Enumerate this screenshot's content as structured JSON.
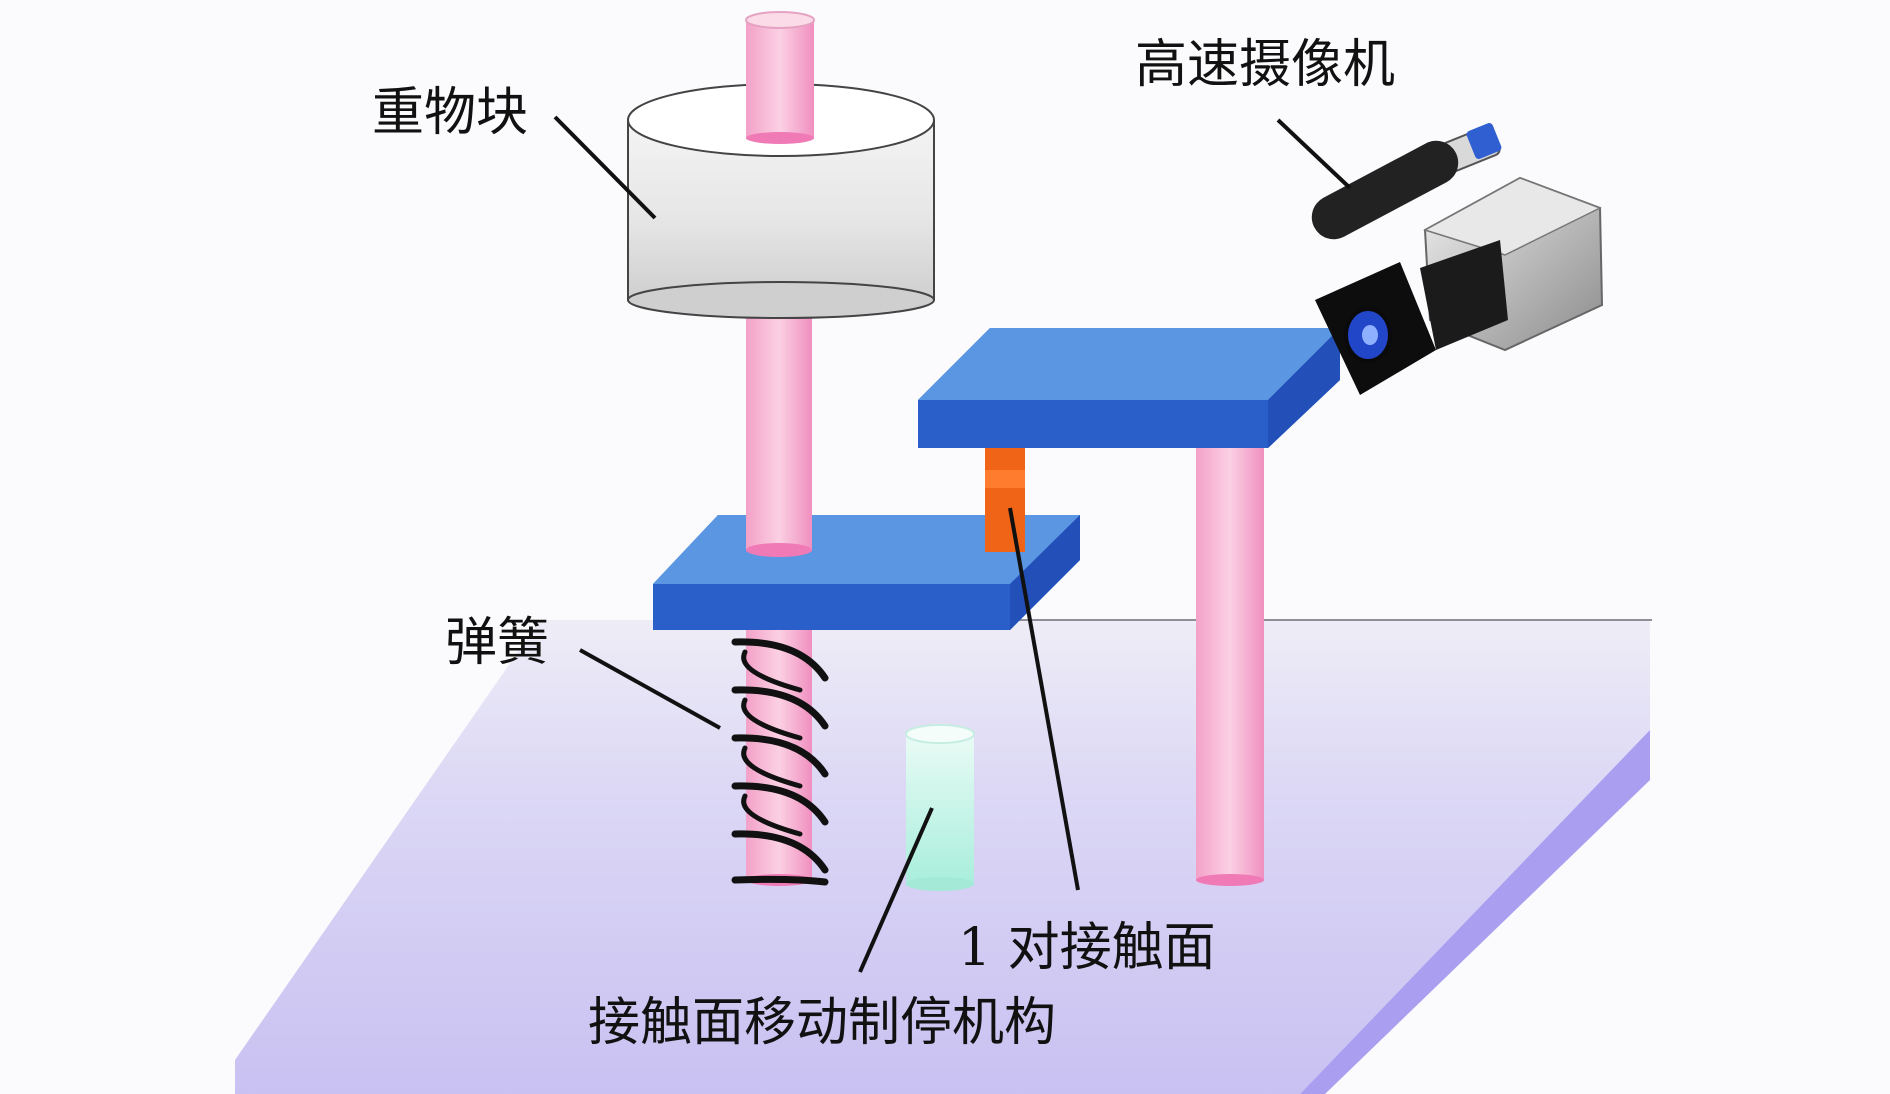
{
  "labels": {
    "weight_block": "重物块",
    "high_speed_camera": "高速摄像机",
    "spring": "弹簧",
    "contact_pair": "1 对接触面",
    "stop_mechanism": "接触面移动制停机构"
  },
  "colors": {
    "background": "#fbfbfd",
    "table_top": "#d8d4f4",
    "table_front": "#a99ef0",
    "plate_blue": "#2f6fd6",
    "rod_pink": "#f2a6cc",
    "stopper_cyan": "#bff2e6",
    "contact_orange": "#f06418",
    "spring_black": "#111111",
    "weight_gray": "#dcdcdc"
  }
}
